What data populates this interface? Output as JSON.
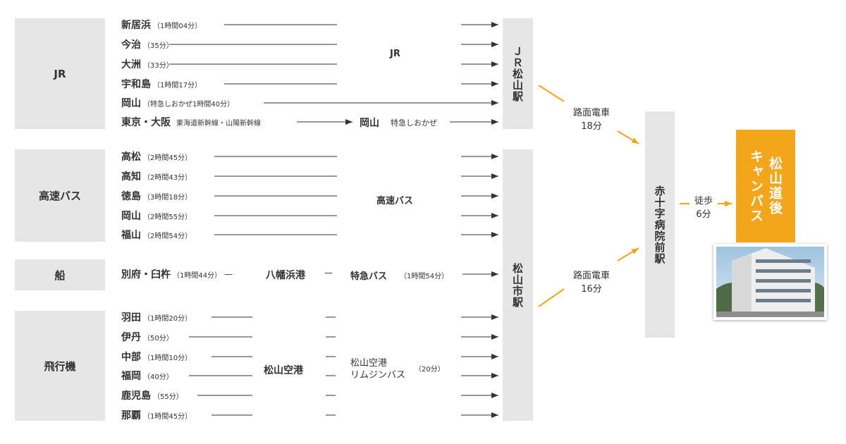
{
  "categories": {
    "jr": "JR",
    "bus": "高速バス",
    "ship": "船",
    "plane": "飛行機"
  },
  "jr_rows": [
    {
      "origin": "新居浜",
      "time": "（1時間04分）"
    },
    {
      "origin": "今治",
      "time": "（35分）"
    },
    {
      "origin": "大洲",
      "time": "（33分）"
    },
    {
      "origin": "宇和島",
      "time": "（1時間17分）"
    },
    {
      "origin": "岡山",
      "time": "（特急しおかぜ1時間40分）"
    }
  ],
  "tokyo": {
    "origin": "東京・大阪",
    "lines": "東海道新幹線・山陽新幹線",
    "via": "岡山",
    "train": "特急しおかぜ"
  },
  "jr_mode": "JR",
  "bus_rows": [
    {
      "origin": "高松",
      "time": "（2時間45分）"
    },
    {
      "origin": "高知",
      "time": "（2時間43分）"
    },
    {
      "origin": "徳島",
      "time": "（3時間18分）"
    },
    {
      "origin": "岡山",
      "time": "（2時間55分）"
    },
    {
      "origin": "福山",
      "time": "（2時間54分）"
    }
  ],
  "bus_mode": "高速バス",
  "ship": {
    "origin": "別府・臼杵",
    "time": "（1時間44分）",
    "dash1": "—",
    "port": "八幡浜港",
    "dash2": "—",
    "bus": "特急バス",
    "bus_time": "（1時間54分）"
  },
  "plane_rows": [
    {
      "origin": "羽田",
      "time": "（1時間20分）"
    },
    {
      "origin": "伊丹",
      "time": "（50分）"
    },
    {
      "origin": "中部",
      "time": "（1時間10分）"
    },
    {
      "origin": "福岡",
      "time": "（40分）"
    },
    {
      "origin": "鹿児島",
      "time": "（55分）"
    },
    {
      "origin": "那覇",
      "time": "（1時間45分）"
    }
  ],
  "airport": "松山空港",
  "limousine": {
    "line1": "松山空港",
    "line2": "リムジンバス",
    "time": "（20分）"
  },
  "stations": {
    "jr_matsuyama": "ＪＲ松山駅",
    "matsuyama_city": "松山市駅",
    "sekijuji": "赤十字病院前駅"
  },
  "tram1": {
    "line1": "路面電車",
    "line2": "18分"
  },
  "tram2": {
    "line1": "路面電車",
    "line2": "16分"
  },
  "walk": {
    "line1": "徒歩",
    "line2": "6分"
  },
  "campus": {
    "line1": "松山道後",
    "line2": "キャンパス"
  },
  "colors": {
    "accent": "#f3a619",
    "box": "#e6e6e6",
    "line": "#333333"
  }
}
